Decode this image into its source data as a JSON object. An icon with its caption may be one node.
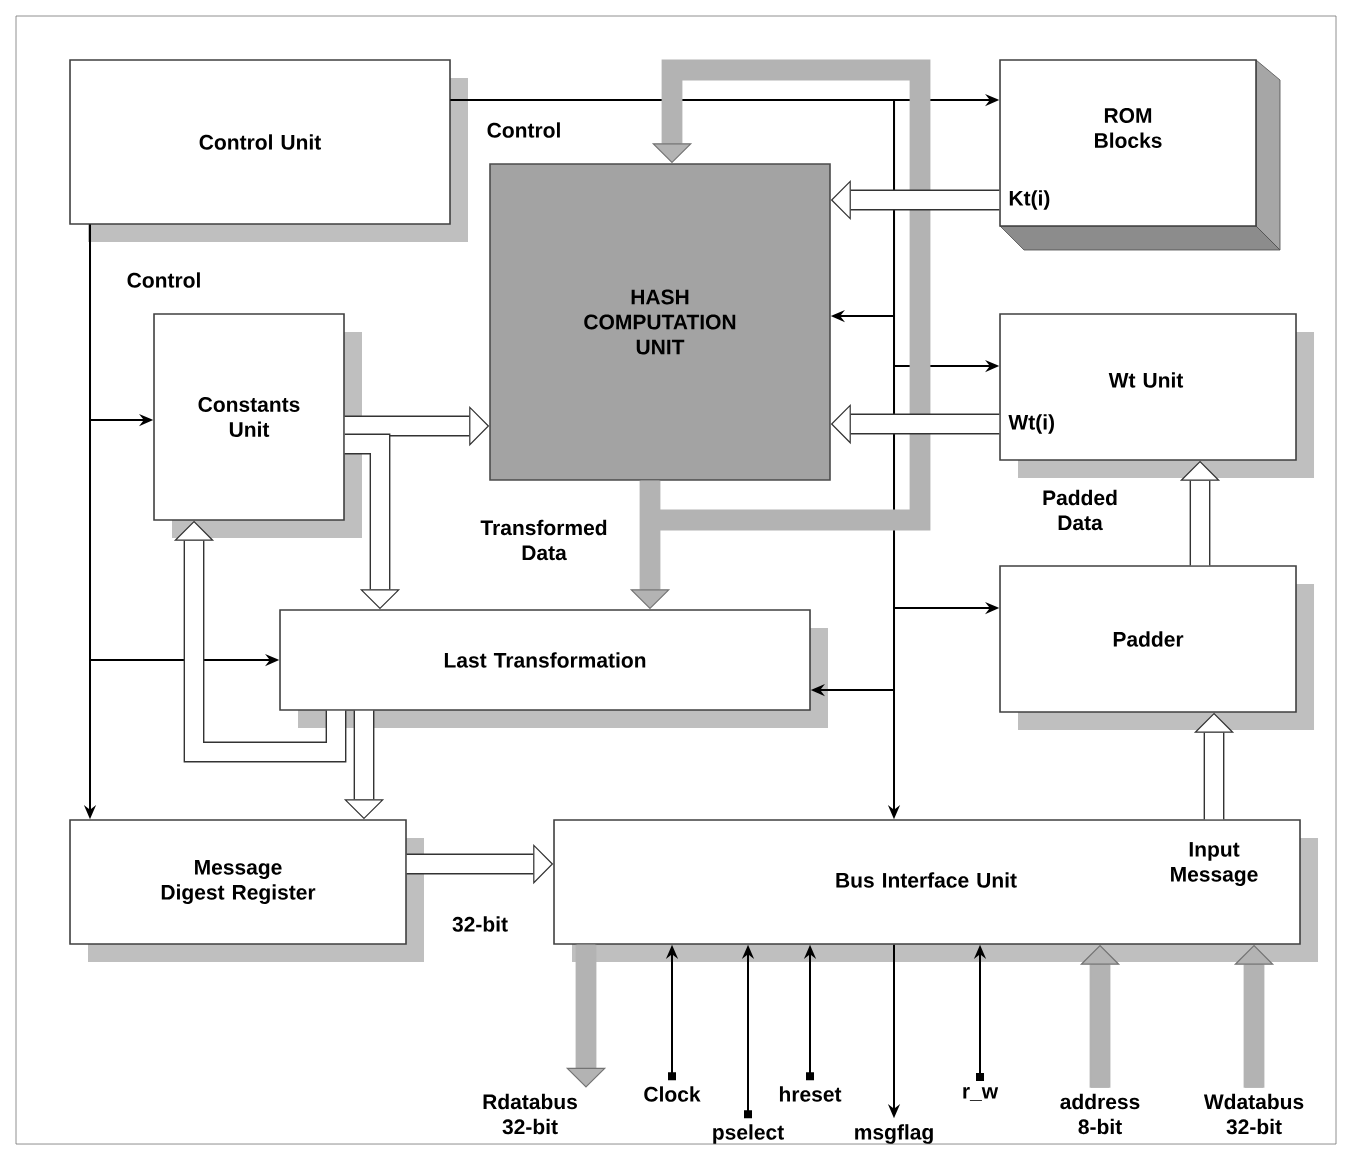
{
  "diagram": {
    "nodes": [
      {
        "text": [
          "Control Unit"
        ]
      },
      {
        "text": [
          "HASH COMPUTATION UNIT"
        ]
      },
      {
        "text": [
          "ROM Blocks",
          "Kt(i)"
        ]
      },
      {
        "text": [
          "Constants Unit"
        ]
      },
      {
        "text": [
          "Wt Unit",
          "Wt(i)"
        ]
      },
      {
        "text": [
          "Last Transformation"
        ]
      },
      {
        "text": [
          "Padder"
        ]
      },
      {
        "text": [
          "Message Digest Register"
        ]
      },
      {
        "text": [
          "Bus Interface Unit"
        ]
      },
      {
        "text": [
          "Rdatabus 32-bit"
        ]
      },
      {
        "text": [
          "Clock"
        ]
      },
      {
        "text": [
          "pselect"
        ]
      },
      {
        "text": [
          "hreset"
        ]
      },
      {
        "text": [
          "msgflag"
        ]
      },
      {
        "text": [
          "r_w"
        ]
      },
      {
        "text": [
          "address 8-bit"
        ]
      },
      {
        "text": [
          "Wdatabus 32-bit"
        ]
      }
    ],
    "edges": [
      {
        "from": 0,
        "to": 2,
        "arrow": "to",
        "label": "Control"
      },
      {
        "from": 0,
        "to": 1,
        "arrow": "to"
      },
      {
        "from": 0,
        "to": 4,
        "arrow": "to"
      },
      {
        "from": 0,
        "to": 6,
        "arrow": "to"
      },
      {
        "from": 0,
        "to": 5,
        "arrow": "to"
      },
      {
        "from": 0,
        "to": 8,
        "arrow": "to"
      },
      {
        "from": 0,
        "to": 3,
        "arrow": "to",
        "label": "Control"
      },
      {
        "from": 0,
        "to": 5,
        "arrow": "to"
      },
      {
        "from": 0,
        "to": 7,
        "arrow": "to"
      },
      {
        "from": null,
        "to": 1,
        "arrow": "to",
        "style": "thick",
        "color": "#b3b3b3"
      },
      {
        "from": 1,
        "to": 5,
        "arrow": "to",
        "style": "thick",
        "color": "#b3b3b3",
        "label": "Transformed Data"
      },
      {
        "from": 2,
        "to": 1,
        "arrow": "to",
        "style": "thick"
      },
      {
        "from": 4,
        "to": 1,
        "arrow": "to",
        "style": "thick"
      },
      {
        "from": 3,
        "to": 1,
        "arrow": "to",
        "style": "thick"
      },
      {
        "from": 3,
        "to": 5,
        "arrow": "to",
        "style": "thick"
      },
      {
        "from": 5,
        "to": 7,
        "arrow": "to",
        "style": "thick"
      },
      {
        "from": 5,
        "to": 3,
        "arrow": "to",
        "style": "thick"
      },
      {
        "from": 7,
        "to": 8,
        "arrow": "to",
        "style": "thick",
        "label": "32-bit"
      },
      {
        "from": 6,
        "to": 4,
        "arrow": "to",
        "style": "thick",
        "label": "Padded Data"
      },
      {
        "from": 8,
        "to": 6,
        "arrow": "to",
        "style": "thick",
        "label": "Input Message"
      },
      {
        "from": 8,
        "to": 9,
        "arrow": "to",
        "style": "thick",
        "color": "#b3b3b3"
      },
      {
        "from": 10,
        "to": 8,
        "arrow": "to"
      },
      {
        "from": 11,
        "to": 8,
        "arrow": "to"
      },
      {
        "from": 12,
        "to": 8,
        "arrow": "to"
      },
      {
        "from": 8,
        "to": 13,
        "arrow": "to"
      },
      {
        "from": 14,
        "to": 8,
        "arrow": "to"
      },
      {
        "from": 15,
        "to": 8,
        "arrow": "to",
        "style": "thick",
        "color": "#b3b3b3"
      },
      {
        "from": 16,
        "to": 8,
        "arrow": "to",
        "style": "thick",
        "color": "#b3b3b3"
      }
    ]
  }
}
